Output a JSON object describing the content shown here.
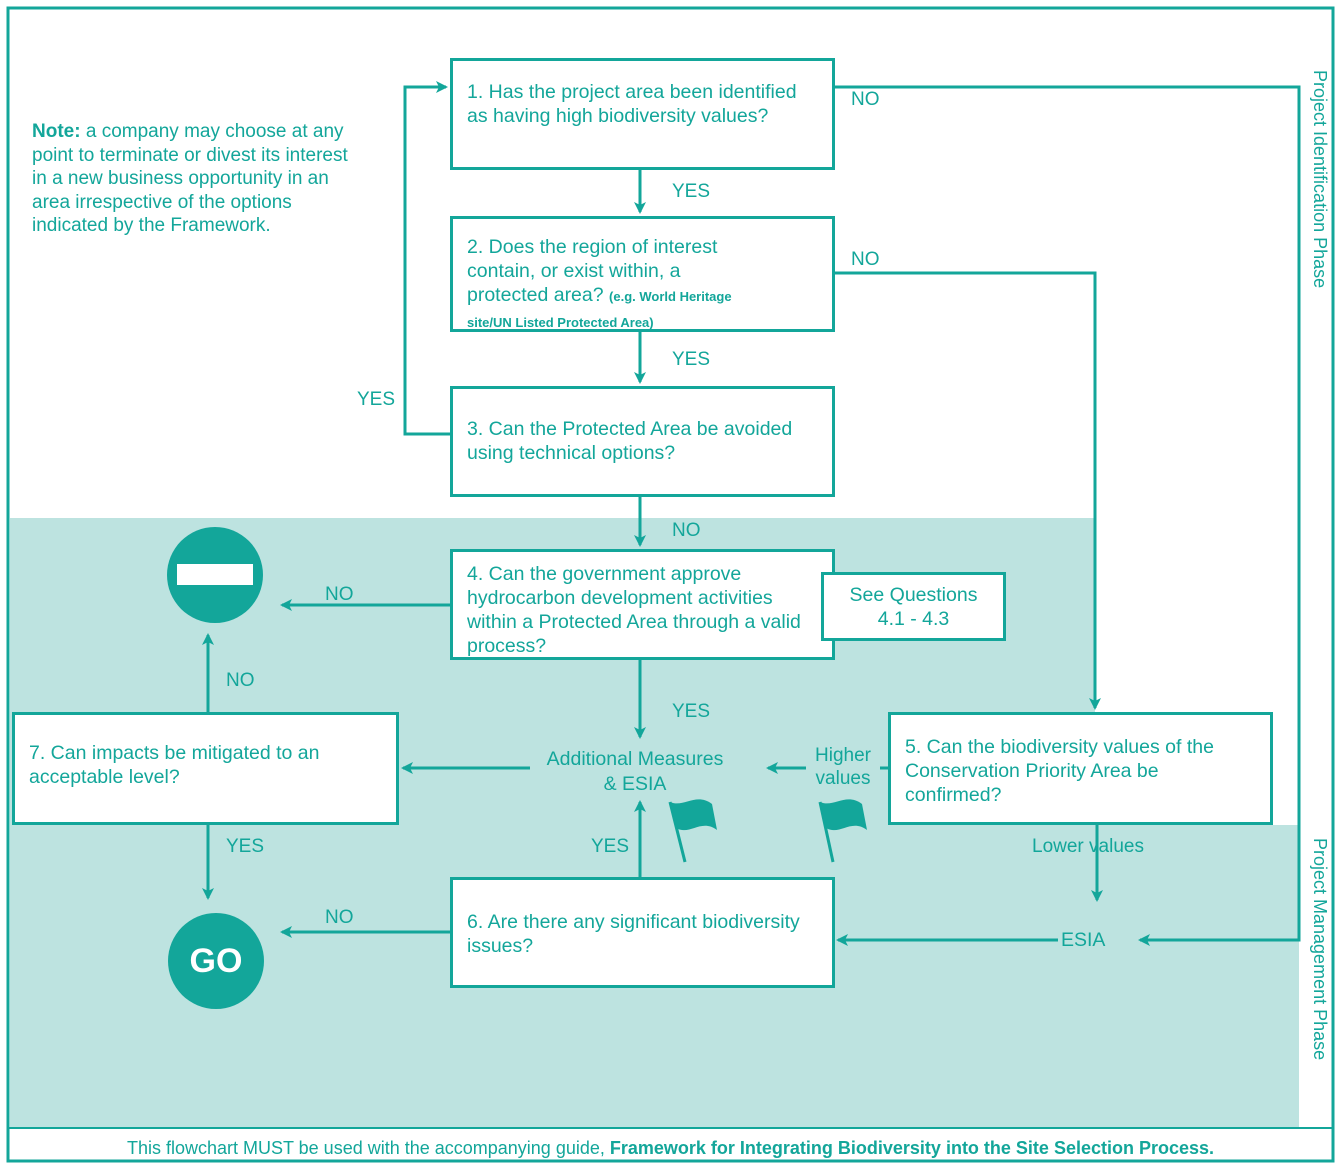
{
  "note": {
    "label": "Note:",
    "text": "a company may choose at any point to terminate or divest its interest in a new business opportunity in an area irrespective of the options indicated by the Framework."
  },
  "phases": {
    "identification": "Project Identification Phase",
    "management": "Project Management Phase"
  },
  "questions": {
    "q1": "1. Has the project area been identified as having high biodiversity values?",
    "q2_main": "2. Does the region of interest contain, or exist within, a protected area?",
    "q2_small": "(e.g. World Heritage site/UN Listed Protected Area)",
    "q3": "3. Can the Protected Area be avoided using technical options?",
    "q4": "4. Can the government approve hydrocarbon development activities within a Protected Area through a valid process?",
    "q5": "5. Can the biodiversity values of the Conservation Priority Area be confirmed?",
    "q6": "6. Are there any significant biodiversity issues?",
    "q7": "7. Can impacts be mitigated to an acceptable level?"
  },
  "see_questions": {
    "line1": "See Questions",
    "line2": "4.1 - 4.3"
  },
  "nodes": {
    "additional_measures_1": "Additional Measures",
    "additional_measures_2": "& ESIA",
    "esia": "ESIA",
    "go": "GO"
  },
  "labels": {
    "yes": "YES",
    "no": "NO",
    "higher_1": "Higher",
    "higher_2": "values",
    "lower": "Lower values"
  },
  "footer": {
    "text": "This flowchart MUST be used with the accompanying guide,",
    "bold": "Framework for Integrating Biodiversity into the Site Selection Process."
  },
  "colors": {
    "teal": "#13a69a",
    "shade": "#bde3e0",
    "white": "#ffffff"
  }
}
